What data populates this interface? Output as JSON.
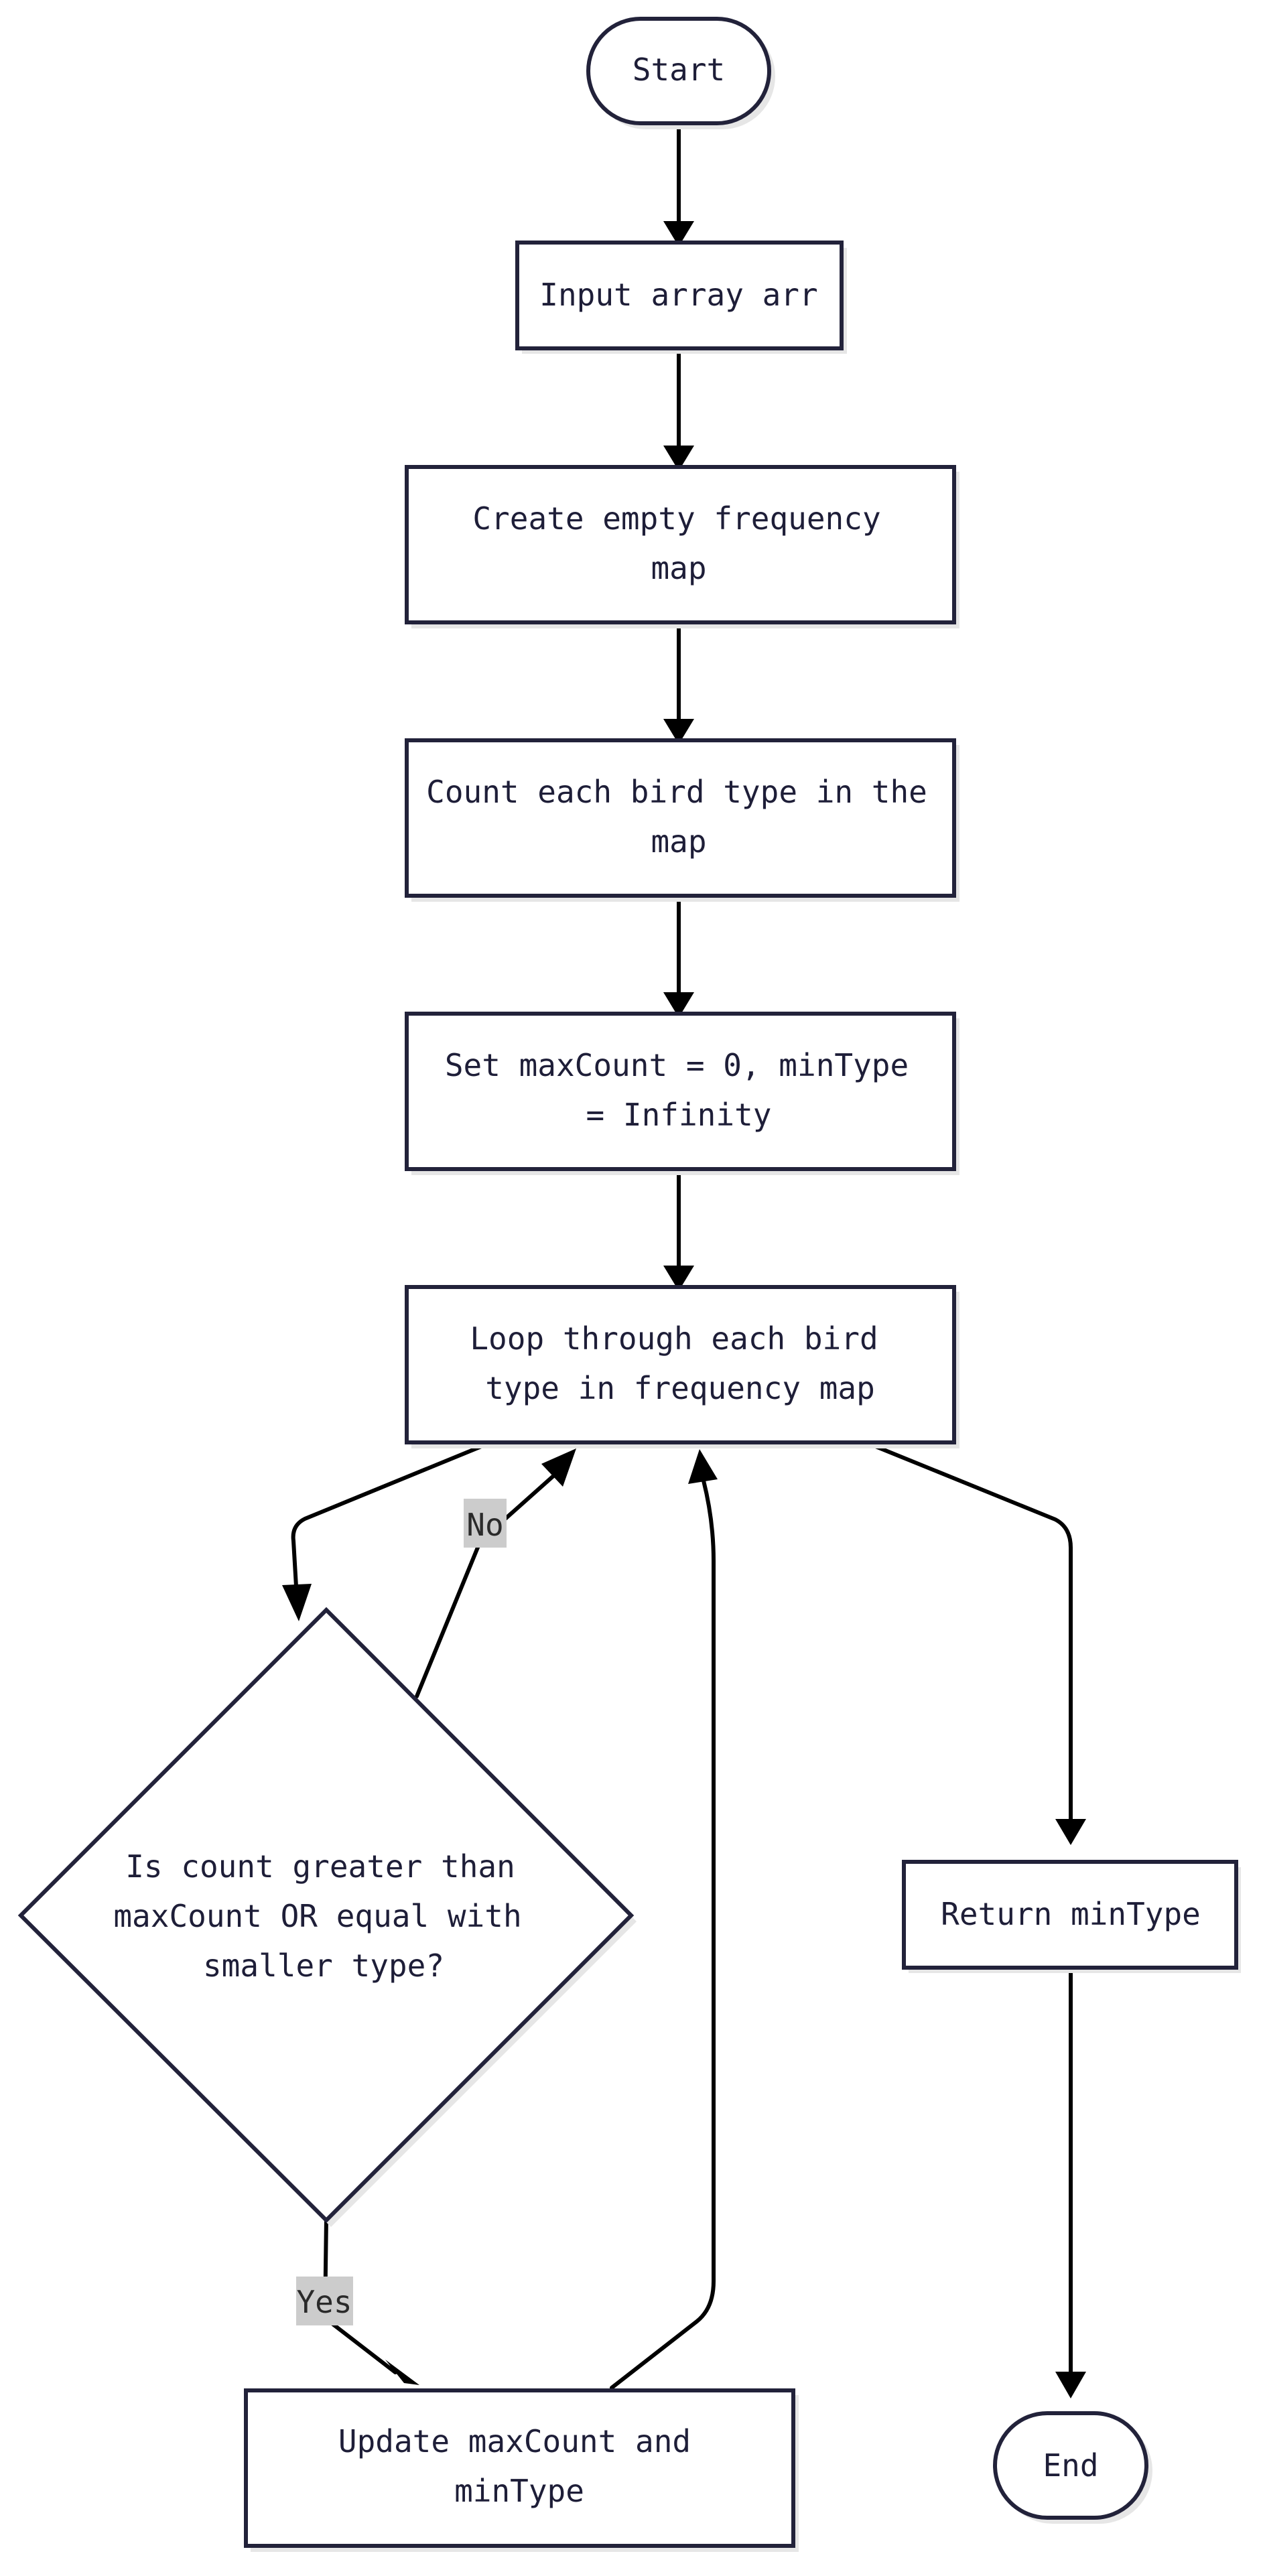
{
  "nodes": {
    "start": {
      "lines": [
        "Start"
      ]
    },
    "input": {
      "lines": [
        "Input array arr"
      ]
    },
    "create_map": {
      "lines": [
        "Create empty frequency",
        "map"
      ]
    },
    "count": {
      "lines": [
        "Count each bird type in the",
        "map"
      ]
    },
    "set_vars": {
      "lines": [
        "Set maxCount = 0, minType",
        "= Infinity"
      ]
    },
    "loop": {
      "lines": [
        "Loop through each bird",
        "type in frequency map"
      ]
    },
    "decision": {
      "lines": [
        "Is count greater than",
        "maxCount OR equal with",
        "smaller type?"
      ]
    },
    "update": {
      "lines": [
        "Update maxCount and",
        "minType"
      ]
    },
    "return": {
      "lines": [
        "Return minType"
      ]
    },
    "end": {
      "lines": [
        "End"
      ]
    }
  },
  "edges": {
    "no_label": "No",
    "yes_label": "Yes"
  }
}
